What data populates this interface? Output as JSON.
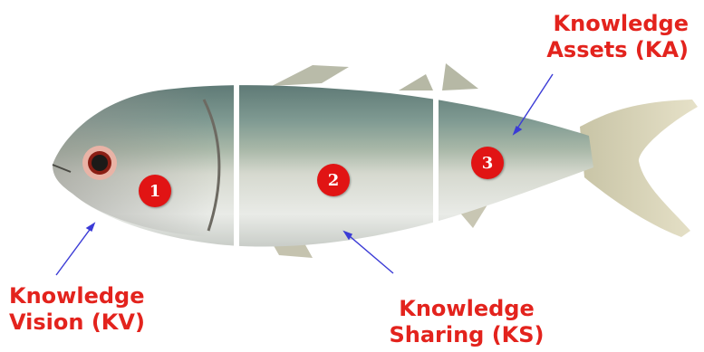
{
  "labels": {
    "vision": {
      "line1": "Knowledge",
      "line2": "Vision (KV)"
    },
    "sharing": {
      "line1": "Knowledge",
      "line2": "Sharing (KS)"
    },
    "assets": {
      "line1": "Knowledge",
      "line2": "Assets (KA)"
    }
  },
  "markers": [
    "1",
    "2",
    "3"
  ],
  "colors": {
    "label": "#e3231d",
    "marker": "#e11414",
    "arrow": "#3b3bd6"
  }
}
